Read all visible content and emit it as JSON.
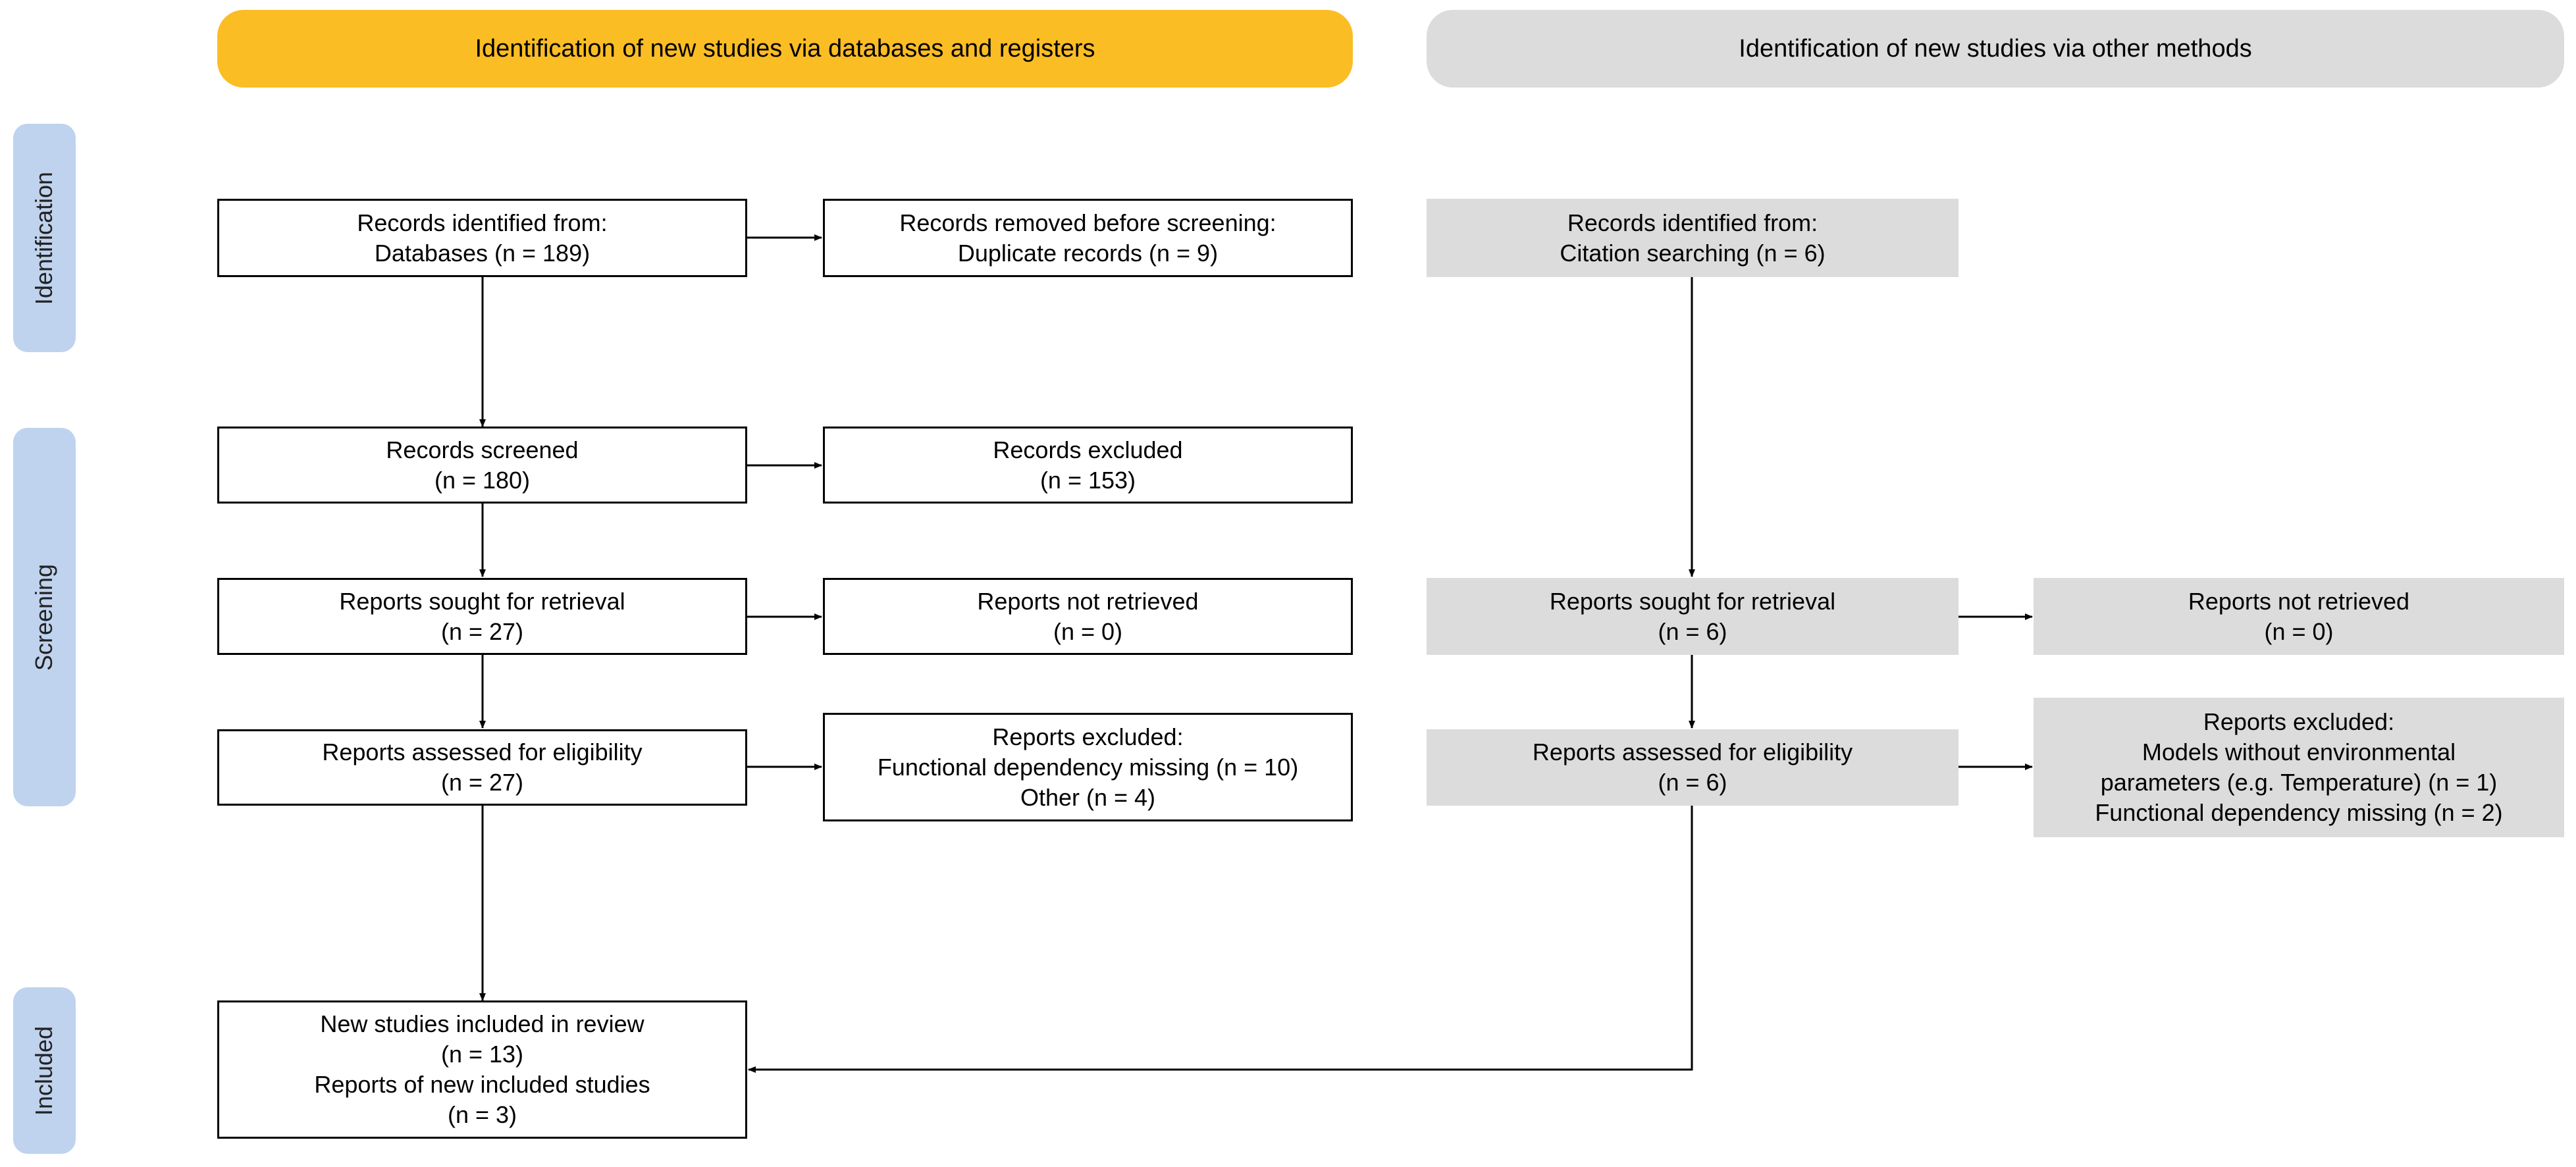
{
  "headers": {
    "databases": "Identification of new studies via databases and registers",
    "other": "Identification of new studies via other methods"
  },
  "phases": {
    "identification": "Identification",
    "screening": "Screening",
    "included": "Included"
  },
  "db": {
    "identified": "Records identified from:\nDatabases (n = 189)",
    "removed": "Records removed before screening:\nDuplicate records (n = 9)",
    "screened": "Records screened\n(n = 180)",
    "excluded": "Records excluded\n(n = 153)",
    "sought": "Reports sought for retrieval\n(n = 27)",
    "not_retrieved": "Reports not retrieved\n(n = 0)",
    "assessed": "Reports assessed for eligibility\n(n = 27)",
    "reports_excluded": "Reports excluded:\nFunctional dependency missing (n =  10)\nOther (n =  4)",
    "included": "New studies included in review\n(n = 13)\nReports of new included studies\n(n = 3)"
  },
  "other": {
    "identified": "Records identified from:\nCitation searching (n = 6)",
    "sought": "Reports sought for retrieval\n(n = 6)",
    "not_retrieved": "Reports not retrieved\n(n = 0)",
    "assessed": "Reports assessed for eligibility\n(n = 6)",
    "reports_excluded": "Reports excluded:\nModels without environmental\nparameters (e.g. Temperature) (n =  1)\nFunctional dependency missing (n =  2)"
  },
  "colors": {
    "db_header": "#fbbd24",
    "other_header": "#dcdcdc",
    "phase_label": "#bfd3ee",
    "other_box": "#dcdcdc"
  }
}
